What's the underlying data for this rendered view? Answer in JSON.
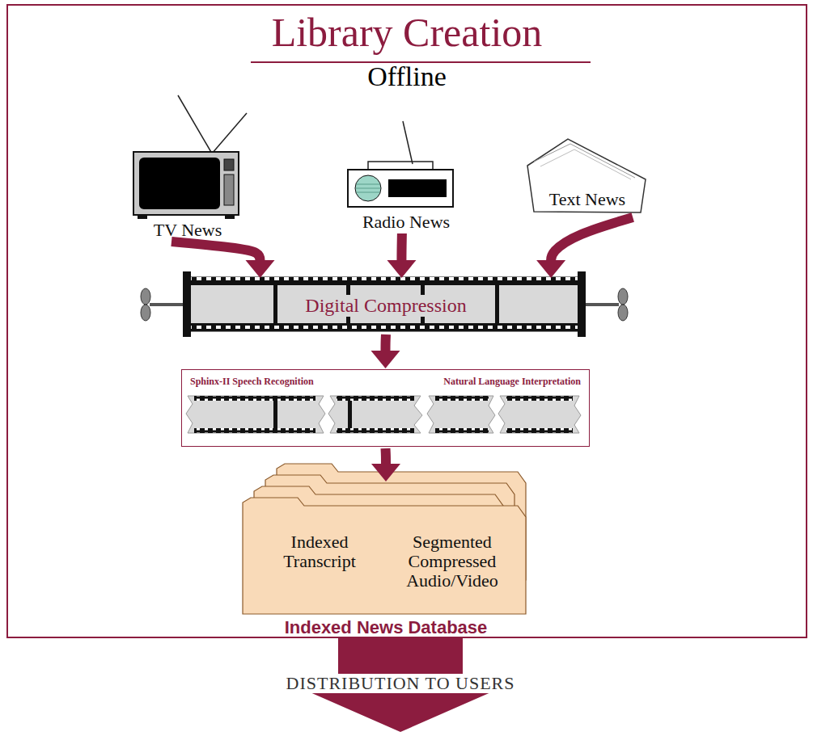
{
  "diagram": {
    "nodes": [
      {
        "text": [
          "Library Creation",
          "Offline"
        ]
      },
      {
        "text": [
          "TV News"
        ],
        "in": 0
      },
      {
        "text": [
          "Radio News"
        ],
        "in": 0
      },
      {
        "text": [
          "Text News"
        ],
        "in": 0
      },
      {
        "text": [
          "Digital Compression"
        ],
        "in": 0
      },
      {
        "text": [
          "Sphinx-II Speech Recognition",
          "Natural Language Interpretation"
        ],
        "in": 0
      },
      {
        "text": [
          "Indexed Transcript",
          "Segmented Compressed Audio/Video",
          "Indexed News Database"
        ],
        "in": 0
      }
    ],
    "edges": [
      {
        "from": 1,
        "to": 4,
        "arrow": "to"
      },
      {
        "from": 2,
        "to": 4,
        "arrow": "to"
      },
      {
        "from": 3,
        "to": 4,
        "arrow": "to"
      },
      {
        "from": 4,
        "to": 5,
        "arrow": "to"
      },
      {
        "from": 5,
        "to": 6,
        "arrow": "to"
      }
    ],
    "labels": [
      "DISTRIBUTION TO USERS"
    ]
  }
}
